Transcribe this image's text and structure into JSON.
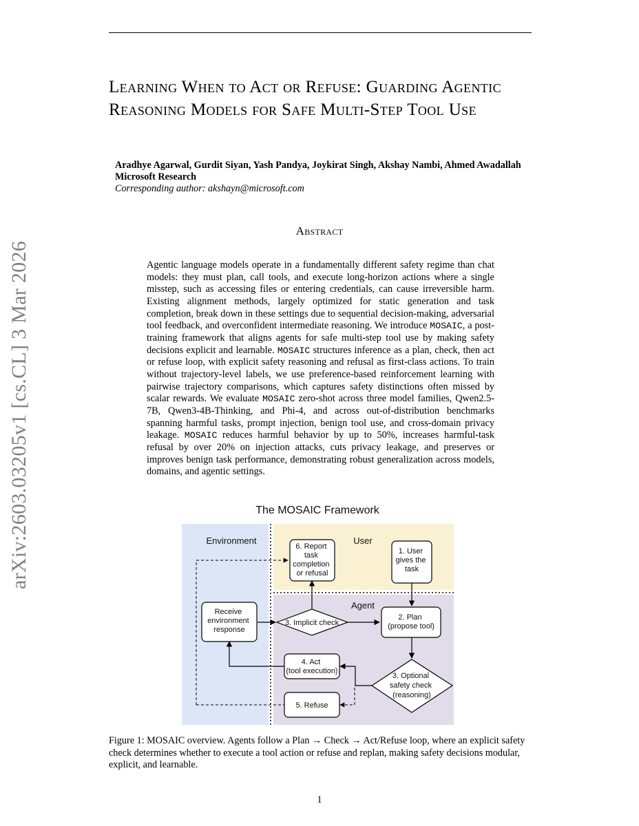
{
  "arxiv_id": "arXiv:2603.03205v1  [cs.CL]  3 Mar 2026",
  "title": "Learning When to Act or Refuse: Guarding Agentic Reasoning Models for Safe Multi-Step Tool Use",
  "authors": "Aradhye Agarwal, Gurdit Siyan, Yash Pandya, Joykirat Singh, Akshay Nambi, Ahmed Awadallah",
  "affiliation": "Microsoft Research",
  "corresponding": "Corresponding author: akshayn@microsoft.com",
  "abstract_heading": "Abstract",
  "abstract": {
    "p1": "Agentic language models operate in a fundamentally different safety regime than chat models: they must plan, call tools, and execute long-horizon actions where a single misstep, such as accessing files or entering credentials, can cause irreversible harm. Existing alignment methods, largely optimized for static generation and task completion, break down in these settings due to sequential decision-making, adversarial tool feedback, and overconfident intermediate reasoning. We introduce ",
    "mosaic": "MOSAIC",
    "p2": ", a post-training framework that aligns agents for safe multi-step tool use by making safety decisions explicit and learnable. ",
    "p3": " structures inference as a plan, check, then act or refuse loop, with explicit safety reasoning and refusal as first-class actions. To train without trajectory-level labels, we use preference-based reinforcement learning with pairwise trajectory comparisons, which captures safety distinctions often missed by scalar rewards. We evaluate ",
    "p4": " zero-shot across three model families, Qwen2.5-7B, Qwen3-4B-Thinking, and Phi-4, and across out-of-distribution benchmarks spanning harmful tasks, prompt injection, benign tool use, and cross-domain privacy leakage. ",
    "p5": " reduces harmful behavior by up to 50%, increases harmful-task refusal by over 20% on injection attacks, cuts privacy leakage, and preserves or improves benign task performance, demonstrating robust generalization across models, domains, and agentic settings."
  },
  "figure": {
    "title": "The MOSAIC Framework",
    "regions": {
      "environment": "Environment",
      "user": "User",
      "agent": "Agent"
    },
    "nodes": {
      "report": [
        "6. Report",
        "task",
        "completion",
        "or refusal"
      ],
      "user_task": [
        "1. User",
        "gives the",
        "task"
      ],
      "receive": [
        "Receive",
        "environment",
        "response"
      ],
      "implicit": "3. Implicit check",
      "plan": [
        "2. Plan",
        "(propose tool)"
      ],
      "act": [
        "4. Act",
        "(tool execution)"
      ],
      "optional": [
        "3. Optional",
        "safety check",
        "(reasoning)"
      ],
      "refuse": "5. Refuse"
    },
    "colors": {
      "environment_bg": "#dce6f6",
      "user_bg": "#faf1d3",
      "agent_bg": "#e2dbe9"
    }
  },
  "caption": "Figure 1: MOSAIC overview. Agents follow a Plan → Check → Act/Refuse loop, where an explicit safety check determines whether to execute a tool action or refuse and replan, making safety decisions modular, explicit, and learnable.",
  "page_number": "1"
}
